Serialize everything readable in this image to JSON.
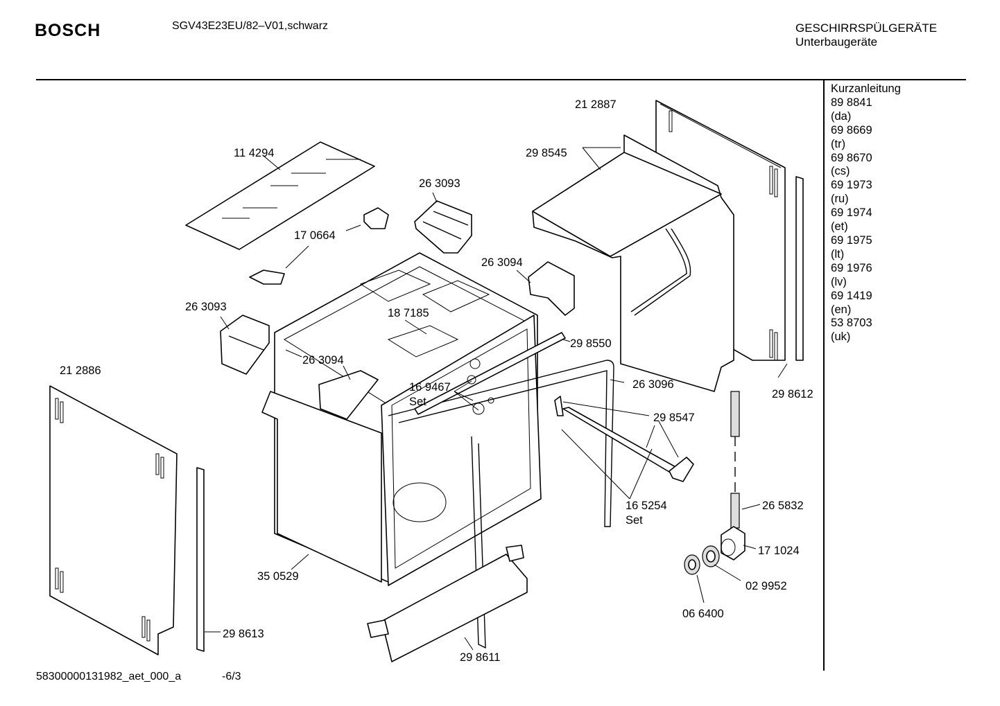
{
  "header": {
    "brand": "BOSCH",
    "model": "SGV43E23EU/82–V01,schwarz",
    "category_line1": "GESCHIRRSPÜLGERÄTE",
    "category_line2": "Unterbaugeräte"
  },
  "sidebar": {
    "lines": [
      "Kurzanleitung",
      "89 8841",
      "(da)",
      "69 8669",
      "(tr)",
      "69 8670",
      "(cs)",
      "69 1973",
      "(ru)",
      "69 1974",
      "(et)",
      "69 1975",
      "(lt)",
      "69 1976",
      "(lv)",
      "69 1419",
      "(en)",
      "53 8703",
      "(uk)"
    ]
  },
  "parts": {
    "p212887": "21 2887",
    "p298545": "29 8545",
    "p114294": "11 4294",
    "p263093a": "26 3093",
    "p170664": "17 0664",
    "p263094a": "26 3094",
    "p263093b": "26 3093",
    "p187185": "18 7185",
    "p298550": "29 8550",
    "p263094b": "26 3094",
    "p212886": "21 2886",
    "p169467": "16 9467",
    "p169467_set": "Set",
    "p263096": "26 3096",
    "p298547": "29 8547",
    "p298612": "29 8612",
    "p165254": "16 5254",
    "p165254_set": "Set",
    "p265832": "26 5832",
    "p171024": "17 1024",
    "p029952": "02 9952",
    "p066400": "06 6400",
    "p350529": "35 0529",
    "p298613": "29 8613",
    "p298611": "29 8611"
  },
  "footer": {
    "doc_id": "58300000131982_aet_000_a",
    "page": "-6/3"
  }
}
